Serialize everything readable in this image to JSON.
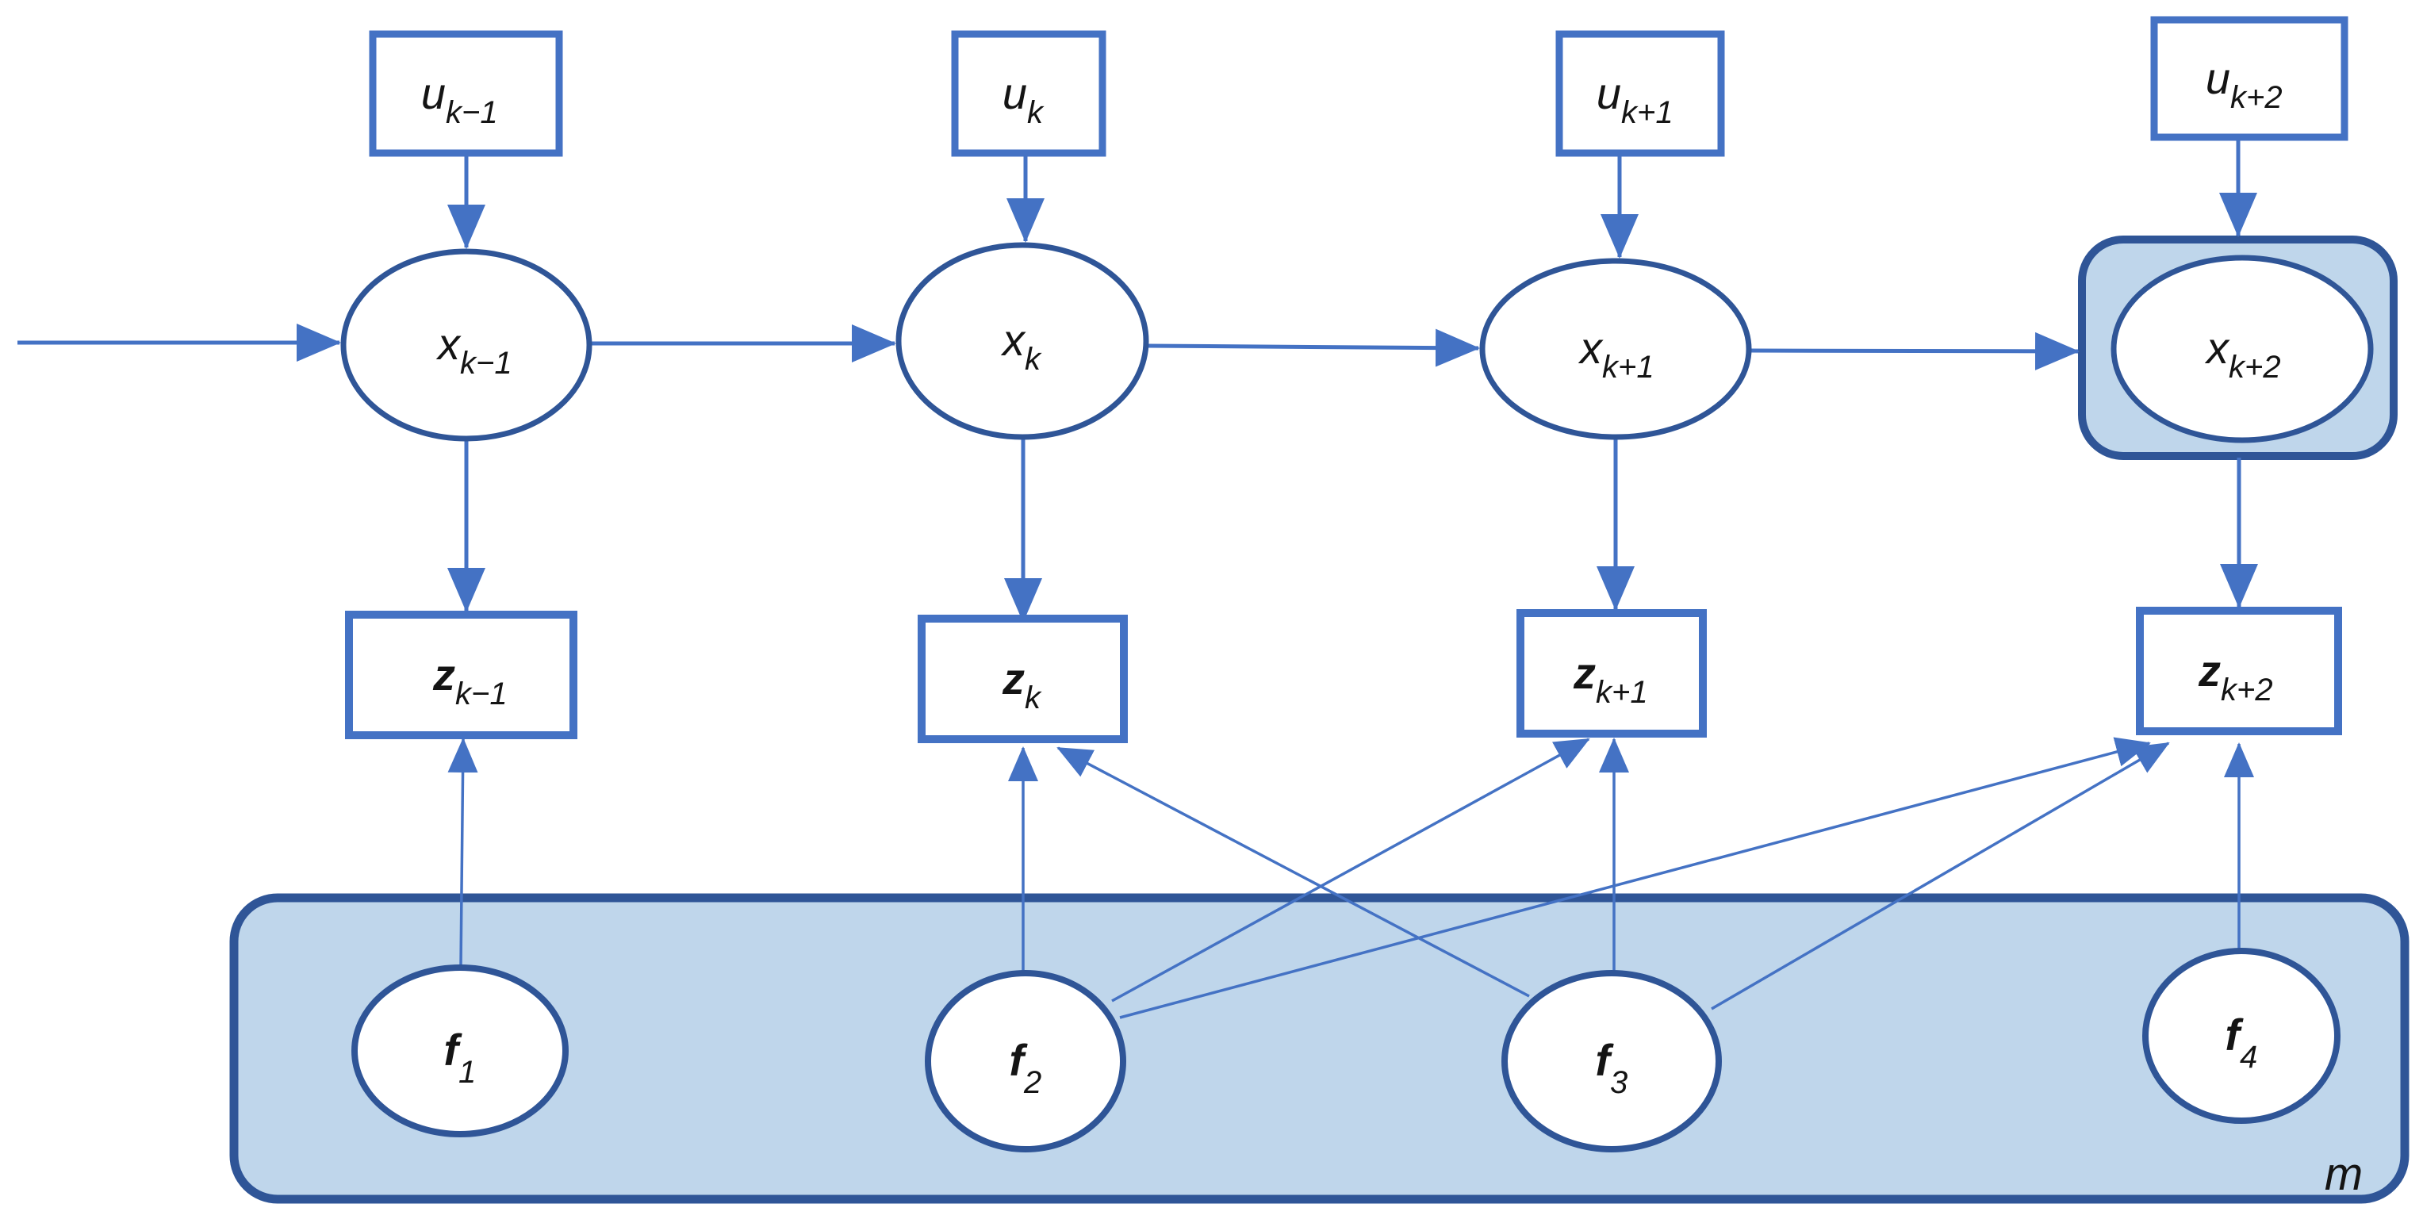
{
  "colors": {
    "accent": "#4472C4",
    "navy": "#2F5597",
    "light": "#BFD6EB",
    "ink": "#141414",
    "bg": "#FFFFFF"
  },
  "diagram": {
    "map_label": "m",
    "nodes": {
      "u": [
        {
          "base": "u",
          "sub": "k−1"
        },
        {
          "base": "u",
          "sub": "k"
        },
        {
          "base": "u",
          "sub": "k+1"
        },
        {
          "base": "u",
          "sub": "k+2"
        }
      ],
      "x": [
        {
          "base": "x",
          "sub": "k−1"
        },
        {
          "base": "x",
          "sub": "k"
        },
        {
          "base": "x",
          "sub": "k+1"
        },
        {
          "base": "x",
          "sub": "k+2"
        }
      ],
      "z": [
        {
          "base": "z",
          "sub": "k−1"
        },
        {
          "base": "z",
          "sub": "k"
        },
        {
          "base": "z",
          "sub": "k+1"
        },
        {
          "base": "z",
          "sub": "k+2"
        }
      ],
      "f": [
        {
          "base": "f",
          "sub": "1"
        },
        {
          "base": "f",
          "sub": "2"
        },
        {
          "base": "f",
          "sub": "3"
        },
        {
          "base": "f",
          "sub": "4"
        }
      ]
    }
  }
}
